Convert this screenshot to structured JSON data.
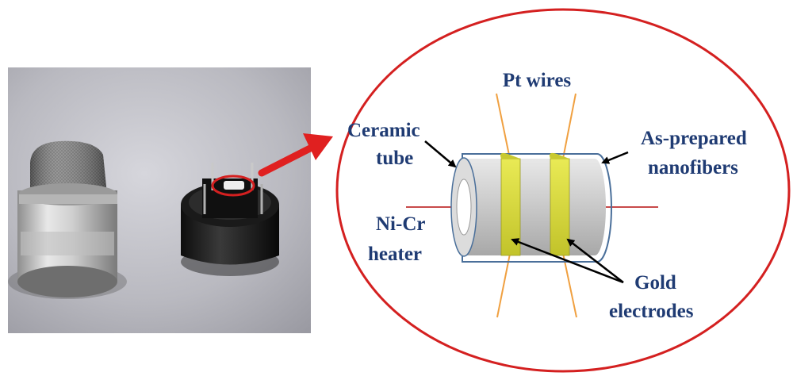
{
  "labels": {
    "pt_wires": "Pt wires",
    "ceramic_line1": "Ceramic",
    "ceramic_line2": "tube",
    "asprep_line1": "As-prepared",
    "asprep_line2": "nanofibers",
    "nicr_line1": "Ni-Cr",
    "nicr_line2": "heater",
    "gold_line1": "Gold",
    "gold_line2": "electrodes"
  },
  "colors": {
    "label_text": "#1f3b73",
    "ellipse_border": "#d42020",
    "pointer_arrow": "#e02020",
    "pt_wire": "#f0a040",
    "heater_wire": "#c03030",
    "gold_band": "#d8d83a",
    "tube_body": "#c8c8c8",
    "nanofiber_outline": "#4a6f9a",
    "photo_background": "#b8b8c0"
  }
}
